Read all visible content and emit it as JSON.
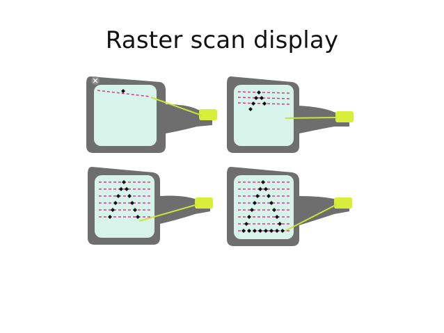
{
  "slide": {
    "title": "Raster scan display"
  },
  "diagram": {
    "panels": [
      {
        "id": "step-1",
        "scanlines": 1,
        "dots": 1
      },
      {
        "id": "step-2",
        "scanlines": 3,
        "dots": 6
      },
      {
        "id": "step-3",
        "scanlines": 6,
        "dots": 11
      },
      {
        "id": "step-4",
        "scanlines": 8,
        "dots": 21
      }
    ],
    "icons": [
      "close-icon",
      "crt-tube-icon",
      "electron-gun-icon"
    ],
    "colors": {
      "tube_body": "#6e6e6e",
      "screen": "#d8f4ea",
      "scanline": "#d13b86",
      "electron_gun": "#d7ef3a",
      "beam": "#c9e43b",
      "dot": "#111111",
      "close_badge": "#8a8a8a"
    }
  }
}
